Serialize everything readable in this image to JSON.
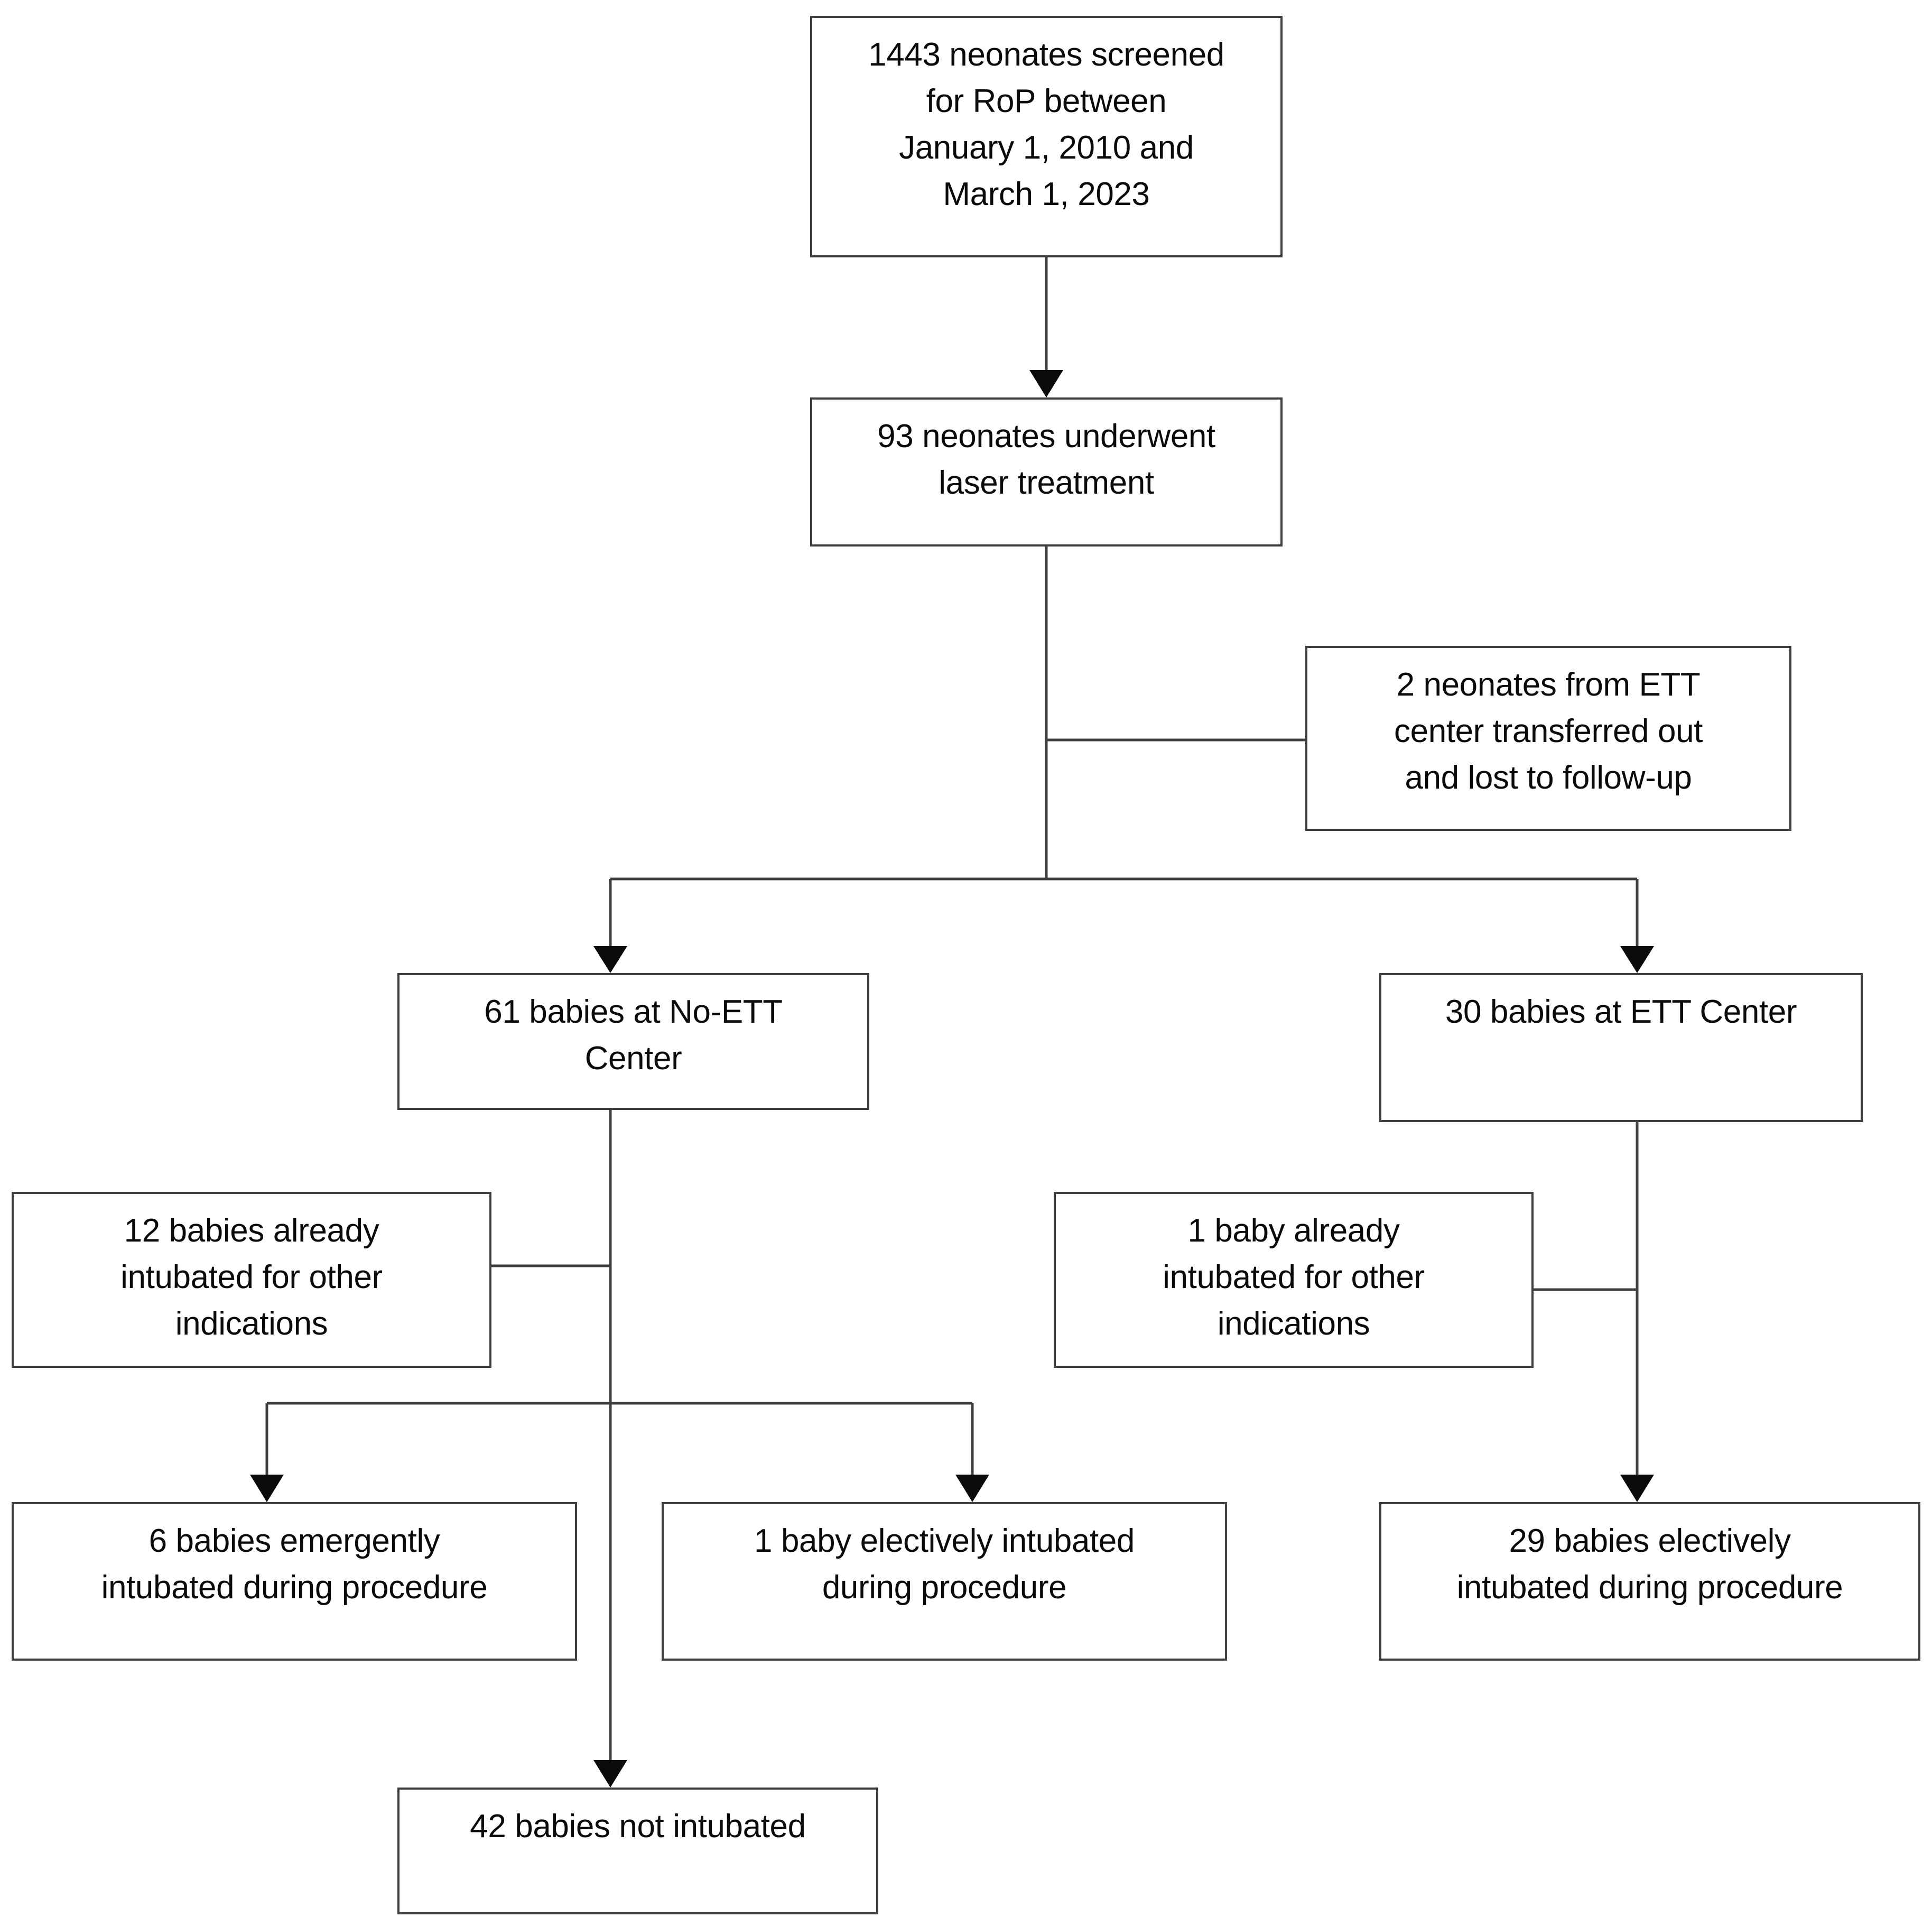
{
  "diagram": {
    "type": "flowchart",
    "title": "Study enrollment flow diagram for neonates screened for RoP and laser treatment intubation outcomes",
    "orientation": "top-down",
    "line_color": "#3f3f3f",
    "text_color": "#0a0a0a",
    "background_color": "#ffffff",
    "nodes": [
      {
        "id": "screened",
        "label": "1443 neonates screened\nfor RoP between\nJanuary 1, 2010 and\nMarch 1, 2023",
        "count": 1443
      },
      {
        "id": "laser",
        "label": "93 neonates underwent\nlaser treatment",
        "count": 93
      },
      {
        "id": "transferred",
        "label": "2 neonates from ETT\ncenter transferred out\nand lost to follow-up",
        "count": 2
      },
      {
        "id": "no-ett-center",
        "label": "61 babies at No-ETT\nCenter",
        "count": 61
      },
      {
        "id": "ett-center",
        "label": "30 babies at ETT Center",
        "count": 30
      },
      {
        "id": "no-ett-already-intubated",
        "label": "12 babies already\nintubated for other\nindications",
        "count": 12
      },
      {
        "id": "ett-already-intubated",
        "label": "1 baby already\nintubated for other\nindications",
        "count": 1
      },
      {
        "id": "emergent-intubation",
        "label": "6 babies emergently\nintubated during procedure",
        "count": 6
      },
      {
        "id": "elective-intubation-no-ett",
        "label": "1 baby electively intubated\nduring procedure",
        "count": 1
      },
      {
        "id": "elective-intubation-ett",
        "label": "29 babies electively\nintubated during procedure",
        "count": 29
      },
      {
        "id": "not-intubated",
        "label": "42 babies not intubated",
        "count": 42
      }
    ],
    "edges": [
      {
        "from": "screened",
        "to": "laser",
        "arrow": true
      },
      {
        "from": "laser",
        "to": "transferred",
        "arrow": false
      },
      {
        "from": "laser",
        "to": "no-ett-center",
        "arrow": true
      },
      {
        "from": "laser",
        "to": "ett-center",
        "arrow": true
      },
      {
        "from": "no-ett-center",
        "to": "no-ett-already-intubated",
        "arrow": false
      },
      {
        "from": "no-ett-center",
        "to": "emergent-intubation",
        "arrow": true
      },
      {
        "from": "no-ett-center",
        "to": "elective-intubation-no-ett",
        "arrow": true
      },
      {
        "from": "no-ett-center",
        "to": "not-intubated",
        "arrow": true
      },
      {
        "from": "ett-center",
        "to": "ett-already-intubated",
        "arrow": false
      },
      {
        "from": "ett-center",
        "to": "elective-intubation-ett",
        "arrow": true
      }
    ]
  }
}
